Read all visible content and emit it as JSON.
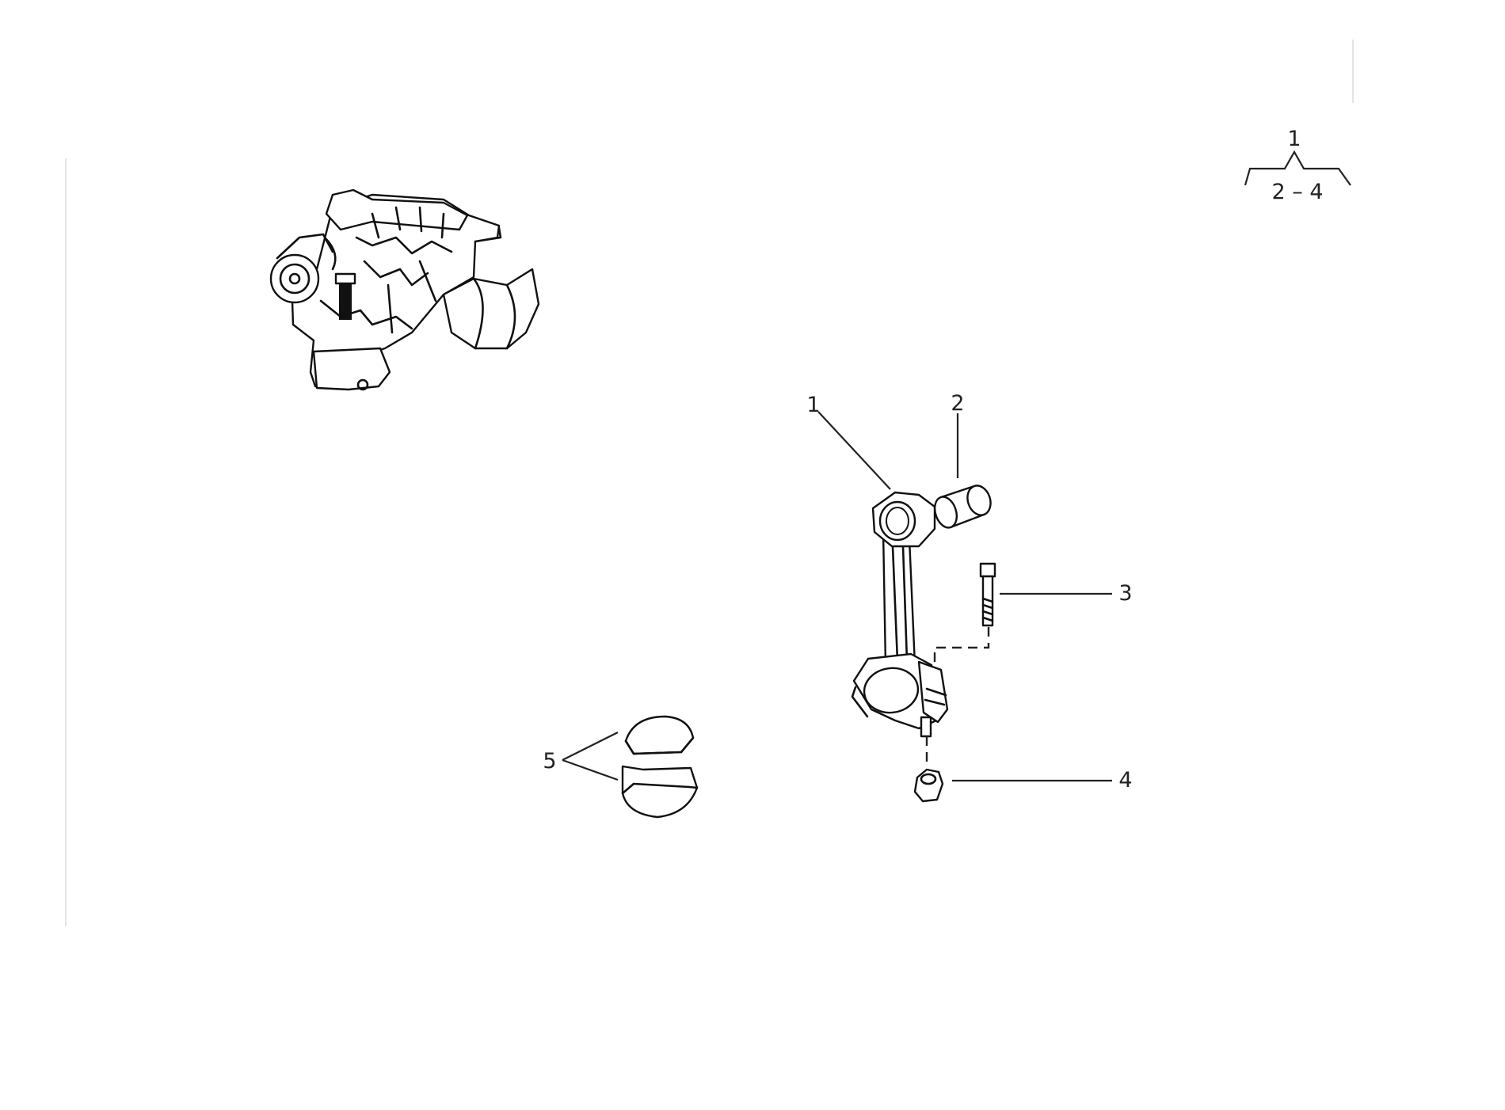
{
  "legend": {
    "top": "1",
    "bottom": "2 – 4"
  },
  "callouts": {
    "c1": "1",
    "c2": "2",
    "c3": "3",
    "c4": "4",
    "c5": "5"
  },
  "icons": {
    "engine": "engine-assembly-icon",
    "rod": "connecting-rod-icon",
    "bushing": "bushing-icon",
    "bolt": "bolt-icon",
    "nut": "nut-icon",
    "bearing": "bearing-shell-icon"
  }
}
